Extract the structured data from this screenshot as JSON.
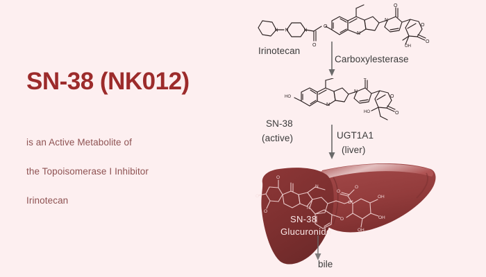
{
  "theme": {
    "background": "#fdeff0",
    "title_color": "#9c2b2b",
    "subtitle_color": "#8e5252",
    "diagram_text_color": "#3a3a3a",
    "liver_dark": "#7e3030",
    "liver_mid": "#8c3636",
    "liver_light": "#9d4343",
    "liver_highlight": "#e8c4c4",
    "structure_stroke": "#2a2020",
    "liver_structure_stroke": "#f3d6d6",
    "arrow_color": "#6a6a6a"
  },
  "left_panel": {
    "title": "SN-38 (NK012)",
    "subtitle_lines": [
      "is an Active Metabolite of",
      "the Topoisomerase I Inhibitor",
      "Irinotecan"
    ]
  },
  "diagram": {
    "structures": [
      {
        "id": "irinotecan-structure",
        "name": "Irinotecan"
      },
      {
        "id": "sn38-structure",
        "name": "SN-38"
      },
      {
        "id": "sn38-glucuronide-structure",
        "name": "SN-38 Glucuronide"
      }
    ],
    "labels": {
      "irinotecan": "Irinotecan",
      "carboxylesterase": "Carboxylesterase",
      "sn38": "SN-38",
      "sn38_state": "(active)",
      "ugt1a1": "UGT1A1",
      "ugt1a1_site": "(liver)",
      "liver_sn38": "SN-38",
      "liver_glucuronide": "Glucuronide",
      "bile": "bile"
    },
    "arrows": [
      {
        "id": "arrow-carboxylesterase",
        "from": "Irinotecan",
        "to": "SN-38"
      },
      {
        "id": "arrow-ugt1a1",
        "from": "SN-38",
        "to": "SN-38 Glucuronide"
      },
      {
        "id": "arrow-bile",
        "from": "SN-38 Glucuronide",
        "to": "bile"
      }
    ]
  }
}
